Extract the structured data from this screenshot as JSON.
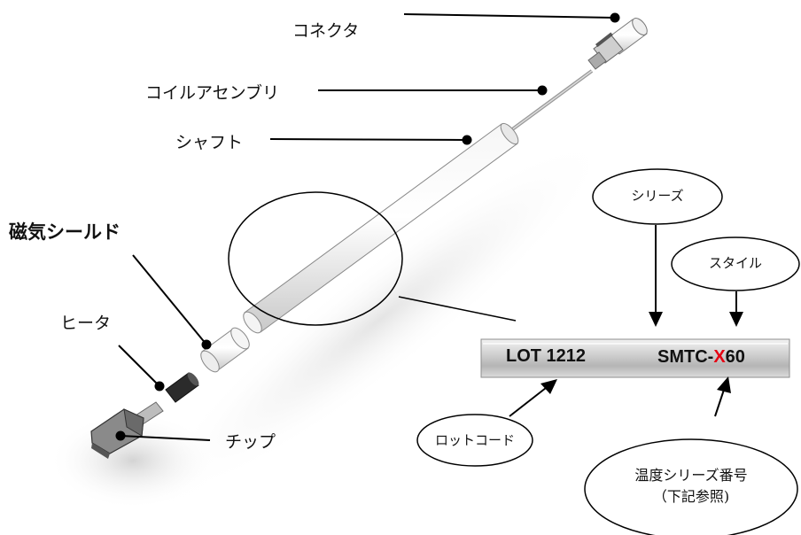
{
  "labels": {
    "connector": "コネクタ",
    "coil_assembly": "コイルアセンブリ",
    "shaft": "シャフト",
    "magnetic_shield": "磁気シールド",
    "heater": "ヒータ",
    "tip": "チップ"
  },
  "callouts": {
    "series": "シリーズ",
    "style": "スタイル",
    "lot_code": "ロットコード",
    "temp_series_line1": "温度シリーズ番号",
    "temp_series_line2": "（下記参照)"
  },
  "marking": {
    "lot_text": "LOT 1212",
    "model_prefix": "SMTC-",
    "model_highlight": "X",
    "model_suffix": "60",
    "highlight_color": "#e60012"
  }
}
